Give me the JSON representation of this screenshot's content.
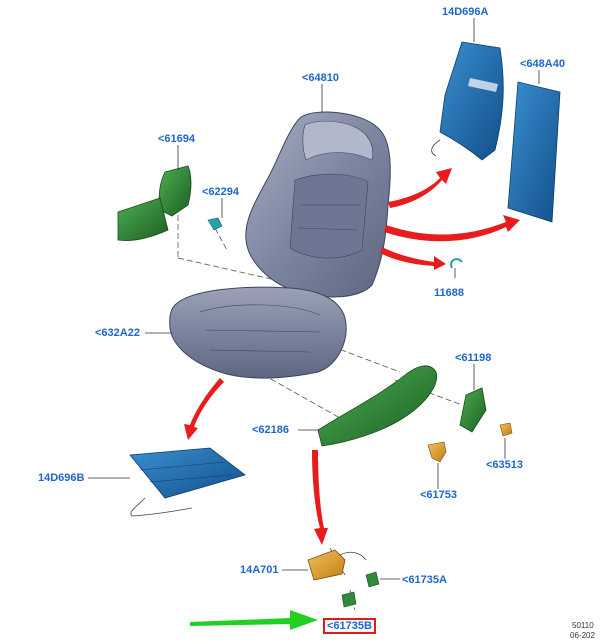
{
  "colors": {
    "label": "#1f66c9",
    "highlight_box": "#e01b1b",
    "arrow_red": "#e81c1c",
    "arrow_green": "#22d022",
    "part_green": "#2e8b3a",
    "part_blue": "#1f6fb3",
    "foam_gray": "#7d86a0",
    "part_orange": "#e5a230"
  },
  "labels": {
    "p14D696A": "14D696A",
    "p648A40": "<648A40",
    "p64810": "<64810",
    "p61694": "<61694",
    "p62294": "<62294",
    "p11688": "11688",
    "p632A22": "<632A22",
    "p61198": "<61198",
    "p62186": "<62186",
    "p63513": "<63513",
    "p61753": "<61753",
    "p14D696B": "14D696B",
    "p14A701": "14A701",
    "p61735A": "<61735A",
    "p61735B": "<61735B"
  },
  "corner_ref": {
    "line1": "50110",
    "line2": "06-202"
  }
}
